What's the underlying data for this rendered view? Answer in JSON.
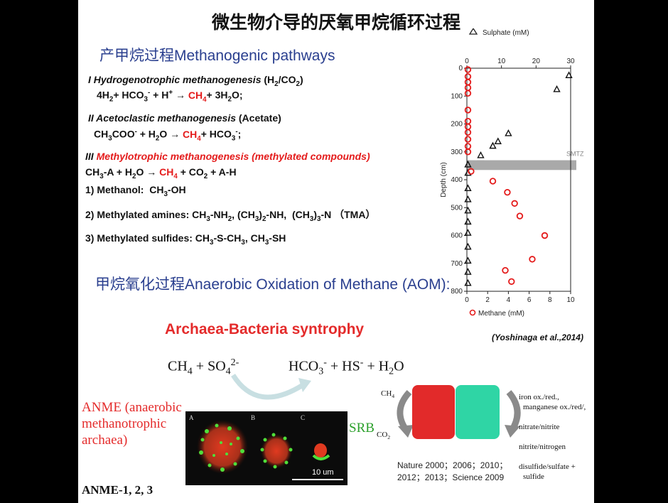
{
  "title": "微生物介导的厌氧甲烷循环过程",
  "methanogenic": {
    "heading": "产甲烷过程Methanogenic pathways",
    "p1_title": "I Hydrogenotrophic methanogenesis",
    "p1_sub": "(H2/CO2)",
    "p1_eq": "4H2+ HCO3- + H+ → CH4+ 3H2O;",
    "p2_title": "II Acetoclastic methanogenesis",
    "p2_sub": "(Acetate)",
    "p2_eq": "CH3COO- + H2O → CH4+ HCO3-;",
    "p3_title": "III Methylotrophic methanogenesis (methylated compounds)",
    "p3_eq": "CH3-A + H2O → CH4 + CO2 + A-H",
    "item1": "1) Methanol: CH3-OH",
    "item2": "2) Methylated amines: CH3-NH2, (CH3)2-NH, (CH3)3-N （TMA）",
    "item3": "3) Methylated sulfides: CH3-S-CH3, CH3-SH"
  },
  "aom": {
    "heading": "甲烷氧化过程Anaerobic Oxidation of Methane (AOM):",
    "syntrophy": "Archaea-Bacteria syntrophy",
    "equation": "CH4 + SO42- HCO3- + HS- + H2O",
    "anme_label": "ANME (anaerobic methanotrophic archaea)",
    "anme_types": "ANME-1, 2, 3",
    "micrograph_labels": [
      "A",
      "B",
      "C"
    ],
    "scale_bar": "10 um",
    "srb": "SRB",
    "ch4": "CH4",
    "co2": "CO2",
    "refs": "Nature 2000；2006；2010；2012；2013；Science 2009",
    "processes": [
      "iron ox./red.,",
      "manganese ox./red/,",
      "nitrate/nitrite",
      "nitrite/nitrogen",
      "disulfide/sulfate +",
      "sulfide"
    ]
  },
  "chart_data": {
    "type": "scatter",
    "top_axis_label": "Sulphate (mM)",
    "top_ticks": [
      0,
      10,
      20,
      30
    ],
    "top_range": [
      0,
      30
    ],
    "bottom_axis_label": "Methane (mM)",
    "bottom_ticks": [
      0,
      2,
      4,
      6,
      8,
      10
    ],
    "bottom_range": [
      0,
      10
    ],
    "ylabel": "Depth (cm)",
    "y_ticks": [
      0,
      100,
      200,
      300,
      400,
      500,
      600,
      700,
      800
    ],
    "y_range": [
      0,
      800
    ],
    "smtz_label": "SMTZ",
    "smtz_band": [
      330,
      365
    ],
    "series": [
      {
        "name": "Sulphate (mM)",
        "marker": "triangle",
        "color": "#111111",
        "points": [
          [
            29.5,
            25
          ],
          [
            26,
            75
          ],
          [
            12,
            233
          ],
          [
            9,
            262
          ],
          [
            7.5,
            278
          ],
          [
            4,
            312
          ],
          [
            0.3,
            345
          ],
          [
            0.3,
            375
          ],
          [
            0.3,
            430
          ],
          [
            0.3,
            470
          ],
          [
            0.3,
            510
          ],
          [
            0.3,
            550
          ],
          [
            0.3,
            590
          ],
          [
            0.3,
            640
          ],
          [
            0.3,
            690
          ],
          [
            0.3,
            730
          ],
          [
            0.3,
            770
          ]
        ]
      },
      {
        "name": "Methane (mM)",
        "marker": "circle",
        "color": "#e41b1b",
        "points": [
          [
            0.1,
            5
          ],
          [
            0.1,
            30
          ],
          [
            0.1,
            50
          ],
          [
            0.1,
            70
          ],
          [
            0.1,
            90
          ],
          [
            0.1,
            150
          ],
          [
            0.1,
            190
          ],
          [
            0.1,
            210
          ],
          [
            0.1,
            230
          ],
          [
            0.1,
            255
          ],
          [
            0.1,
            280
          ],
          [
            0.1,
            300
          ],
          [
            0.4,
            370
          ],
          [
            2.5,
            405
          ],
          [
            3.9,
            445
          ],
          [
            4.6,
            485
          ],
          [
            5.1,
            530
          ],
          [
            7.5,
            600
          ],
          [
            6.3,
            685
          ],
          [
            3.7,
            725
          ],
          [
            4.3,
            765
          ]
        ]
      }
    ],
    "citation": "(Yoshinaga et al.,2014)"
  }
}
